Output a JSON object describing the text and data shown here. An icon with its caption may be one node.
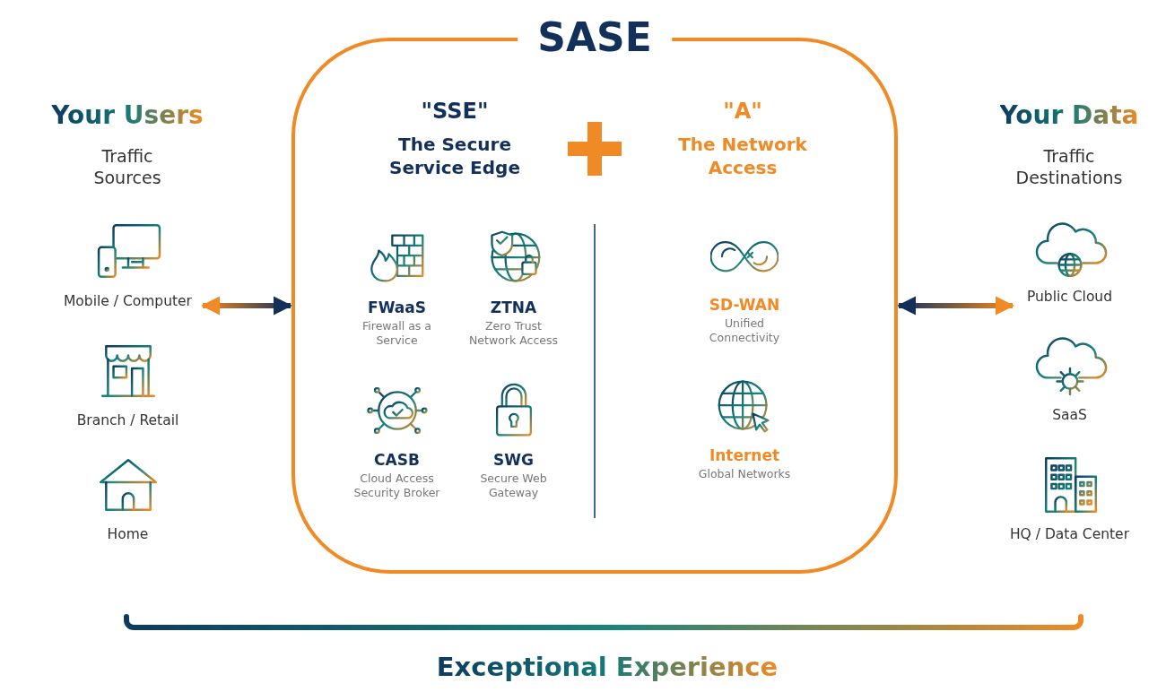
{
  "diagram": {
    "nodes": [
      {
        "text": [
          "Mobile / Computer"
        ]
      },
      {
        "text": [
          "Branch / Retail"
        ]
      },
      {
        "text": [
          "Home"
        ]
      },
      {
        "text": [
          "SASE"
        ]
      },
      {
        "text": [
          "FWaaS",
          "Firewall as a Service"
        ],
        "in": 3
      },
      {
        "text": [
          "ZTNA",
          "Zero Trust Network Access"
        ],
        "in": 3
      },
      {
        "text": [
          "CASB",
          "Cloud Access Security Broker"
        ],
        "in": 3
      },
      {
        "text": [
          "SWG",
          "Secure Web Gateway"
        ],
        "in": 3
      },
      {
        "text": [
          "SD-WAN",
          "Unified Connectivity"
        ],
        "in": 3
      },
      {
        "text": [
          "Internet",
          "Global Networks"
        ],
        "in": 3
      },
      {
        "text": [
          "Public Cloud"
        ]
      },
      {
        "text": [
          "SaaS"
        ]
      },
      {
        "text": [
          "HQ / Data Center"
        ]
      }
    ],
    "edges": [
      {
        "from": 0,
        "to": 3,
        "arrow": "both"
      },
      {
        "from": 3,
        "to": 10,
        "arrow": "both"
      }
    ],
    "labels": [
      "Your Users",
      "Traffic Sources",
      "\"SSE\"",
      "The Secure Service Edge",
      "\"A\"",
      "The Network Access",
      "Your Data",
      "Traffic Destinations",
      "Exceptional Experience"
    ]
  }
}
